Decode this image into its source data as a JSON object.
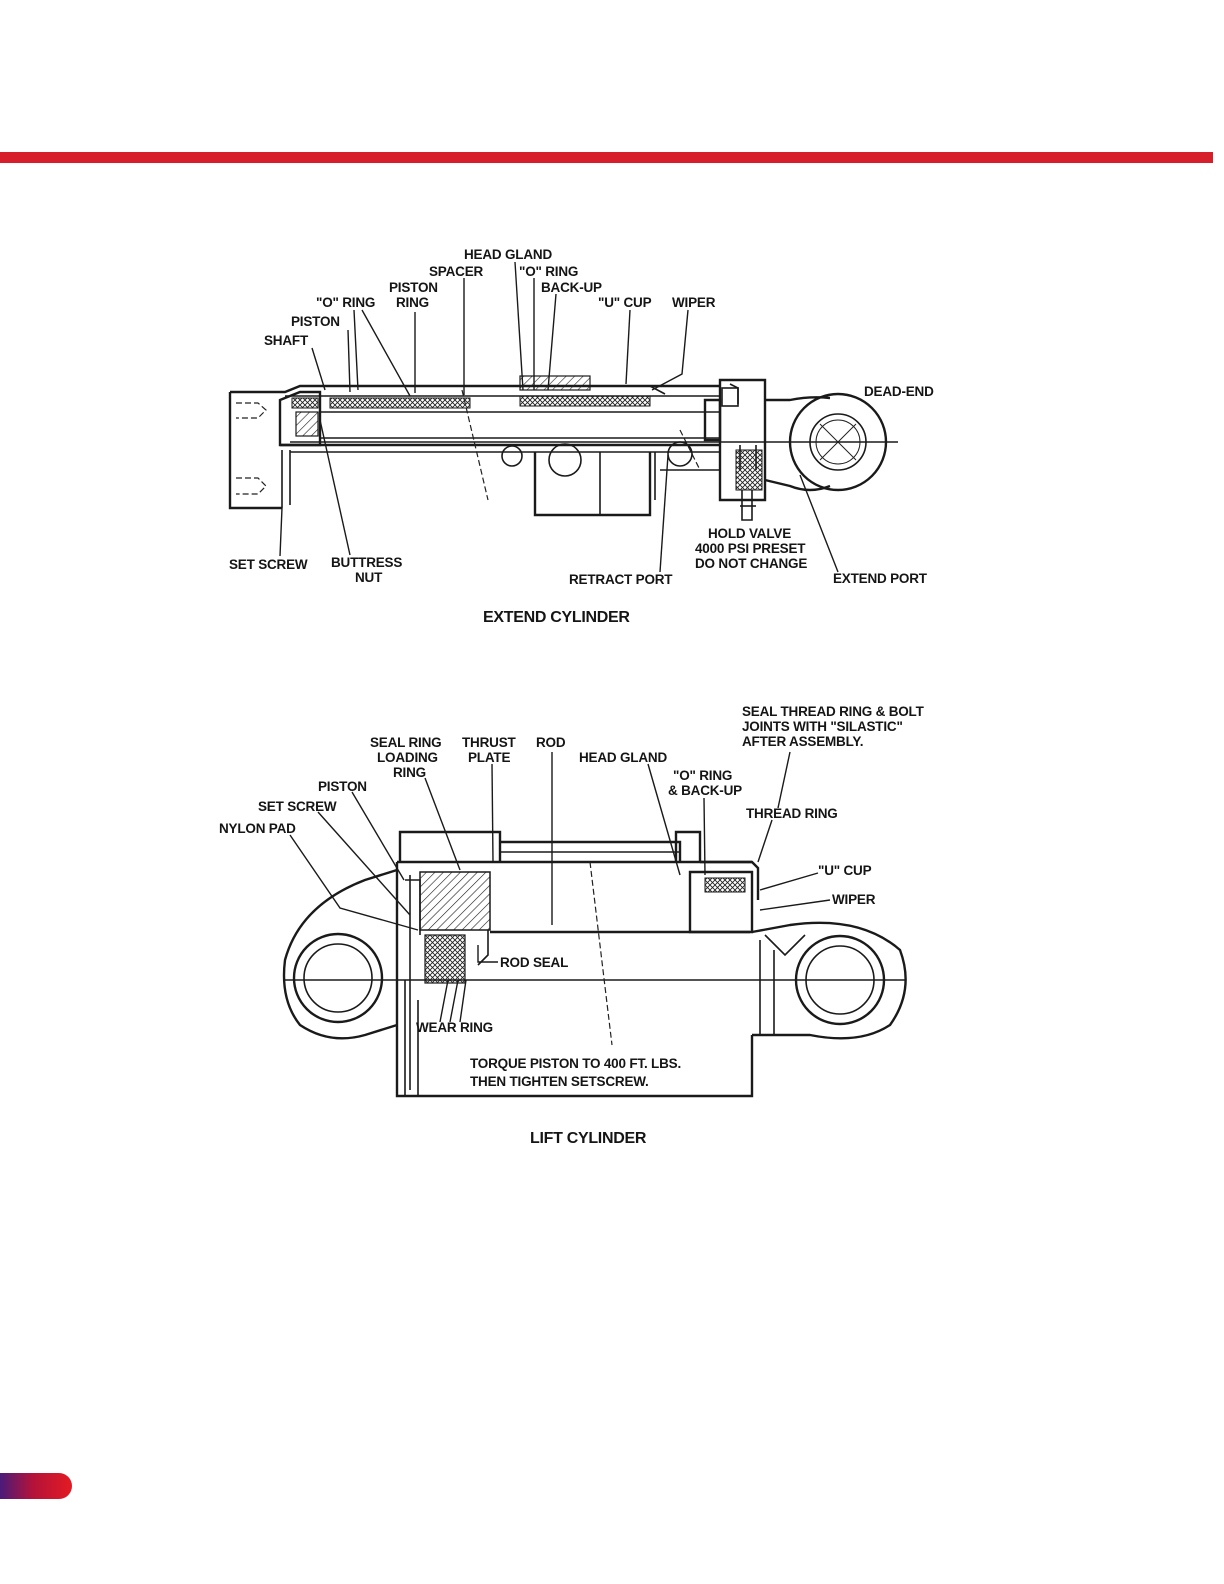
{
  "colors": {
    "accent_bar": "#d71f2b",
    "tab_start": "#4b1a7a",
    "tab_end": "#e31b23"
  },
  "extend": {
    "caption": "EXTEND CYLINDER",
    "labels": {
      "head_gland": "HEAD GLAND",
      "spacer": "SPACER",
      "o_ring_top": "\"O\" RING",
      "back_up": "BACK-UP",
      "piston_ring_1": "PISTON",
      "piston_ring_2": "RING",
      "u_cup": "\"U\" CUP",
      "wiper": "WIPER",
      "o_ring_left": "\"O\" RING",
      "piston": "PISTON",
      "shaft": "SHAFT",
      "dead_end": "DEAD-END",
      "set_screw": "SET SCREW",
      "buttress_1": "BUTTRESS",
      "buttress_2": "NUT",
      "hold_valve_1": "HOLD VALVE",
      "hold_valve_2": "4000 PSI PRESET",
      "hold_valve_3": "DO NOT CHANGE",
      "retract_port": "RETRACT PORT",
      "extend_port": "EXTEND PORT"
    }
  },
  "lift": {
    "caption": "LIFT CYLINDER",
    "labels": {
      "seal_note_1": "SEAL THREAD RING & BOLT",
      "seal_note_2": "JOINTS WITH \"SILASTIC\"",
      "seal_note_3": "AFTER ASSEMBLY.",
      "seal_ring_1": "SEAL RING",
      "seal_ring_2": "LOADING",
      "seal_ring_3": "RING",
      "thrust_1": "THRUST",
      "thrust_2": "PLATE",
      "rod": "ROD",
      "head_gland": "HEAD GLAND",
      "o_ring_1": "\"O\" RING",
      "o_ring_2": "& BACK-UP",
      "piston": "PISTON",
      "set_screw": "SET SCREW",
      "thread_ring": "THREAD RING",
      "nylon_pad": "NYLON PAD",
      "u_cup": "\"U\" CUP",
      "wiper": "WIPER",
      "rod_seal": "ROD SEAL",
      "wear_ring": "WEAR RING",
      "torque_1": "TORQUE PISTON TO 400 FT. LBS.",
      "torque_2": "THEN TIGHTEN SETSCREW."
    }
  }
}
